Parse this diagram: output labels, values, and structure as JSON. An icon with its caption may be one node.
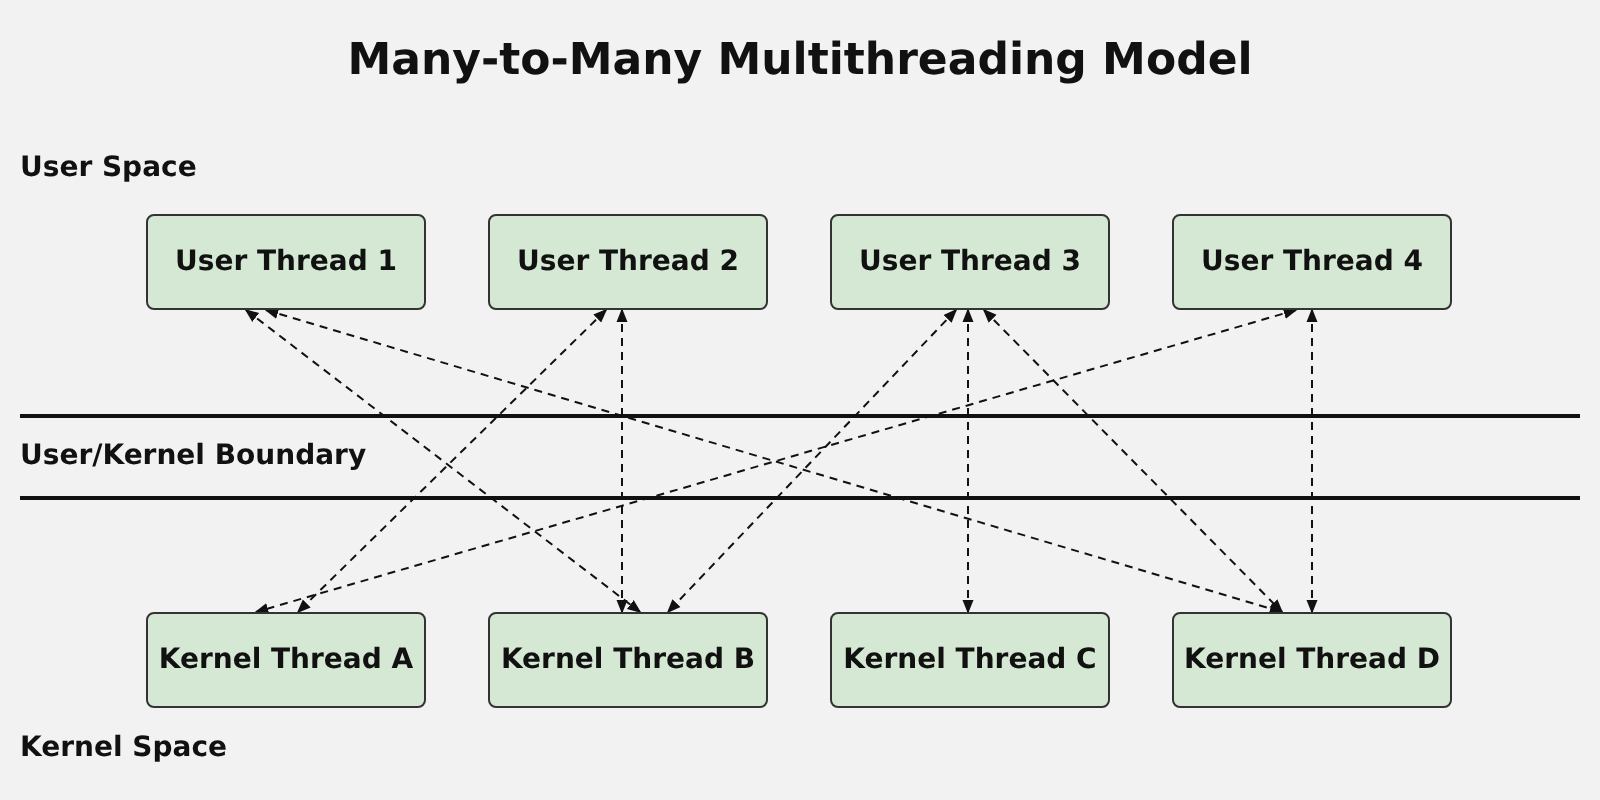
{
  "diagram": {
    "title": "Many-to-Many Multithreading Model",
    "nodes": [
      {
        "text": [
          "User Thread 1"
        ]
      },
      {
        "text": [
          "User Thread 2"
        ]
      },
      {
        "text": [
          "User Thread 3"
        ]
      },
      {
        "text": [
          "User Thread 4"
        ]
      },
      {
        "text": [
          "Kernel Thread A"
        ]
      },
      {
        "text": [
          "Kernel Thread B"
        ]
      },
      {
        "text": [
          "Kernel Thread C"
        ]
      },
      {
        "text": [
          "Kernel Thread D"
        ]
      }
    ],
    "edges": [
      {
        "from": 0,
        "to": 5,
        "arrow": "both",
        "style": "dashed"
      },
      {
        "from": 0,
        "to": 7,
        "arrow": "both",
        "style": "dashed"
      },
      {
        "from": 1,
        "to": 4,
        "arrow": "both",
        "style": "dashed"
      },
      {
        "from": 1,
        "to": 5,
        "arrow": "both",
        "style": "dashed"
      },
      {
        "from": 2,
        "to": 5,
        "arrow": "both",
        "style": "dashed"
      },
      {
        "from": 2,
        "to": 6,
        "arrow": "both",
        "style": "dashed"
      },
      {
        "from": 2,
        "to": 7,
        "arrow": "both",
        "style": "dashed"
      },
      {
        "from": 3,
        "to": 4,
        "arrow": "both",
        "style": "dashed"
      },
      {
        "from": 3,
        "to": 7,
        "arrow": "both",
        "style": "dashed"
      }
    ],
    "labels": [
      "User Space",
      "User/Kernel Boundary",
      "Kernel Space"
    ]
  }
}
